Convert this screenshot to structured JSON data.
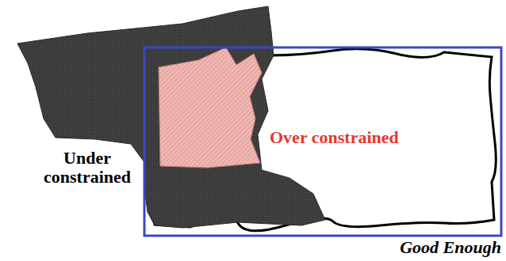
{
  "diagram": {
    "labels": [
      "Under constrained",
      "Over constrained",
      "Good Enough"
    ]
  }
}
